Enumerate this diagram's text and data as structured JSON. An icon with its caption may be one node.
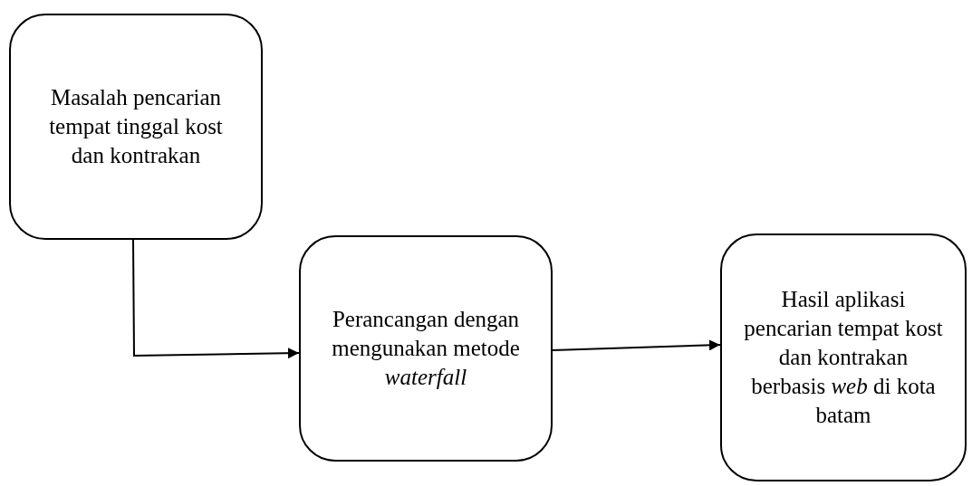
{
  "diagram": {
    "nodes": [
      {
        "text": [
          "Masalah pencarian tempat tinggal kost dan kontrakan"
        ]
      },
      {
        "text": [
          "Perancangan dengan mengunakan metode *waterfall*"
        ]
      },
      {
        "text": [
          "Hasil aplikasi pencarian tempat kost dan kontrakan berbasis *web* di kota batam"
        ]
      }
    ],
    "edges": [
      {
        "from": 0,
        "to": 1,
        "arrow": "to"
      },
      {
        "from": 1,
        "to": 2,
        "arrow": "to"
      }
    ]
  }
}
